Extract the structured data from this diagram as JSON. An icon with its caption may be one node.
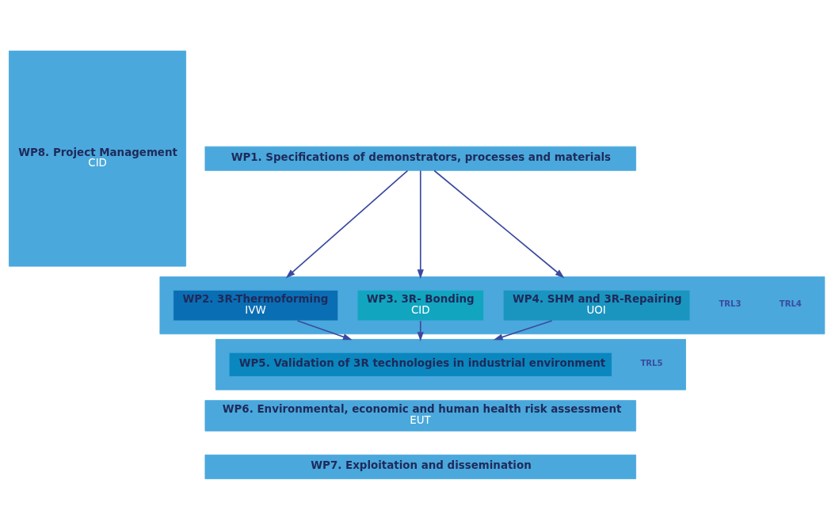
{
  "diagram": {
    "nodes": [
      {
        "text": [
          "WP8. Project Management",
          "CID"
        ]
      },
      {
        "text": [
          "WP1. Specifications of demonstrators, processes and materials"
        ]
      },
      {
        "text": [],
        "shape": "box"
      },
      {
        "text": [
          "WP2. 3R-Thermoforming",
          "IVW"
        ],
        "in": 2
      },
      {
        "text": [
          "WP3. 3R- Bonding",
          "CID"
        ],
        "in": 2
      },
      {
        "text": [
          "WP4. SHM and 3R-Repairing",
          "UOI"
        ],
        "in": 2
      },
      {
        "text": [],
        "shape": "box"
      },
      {
        "text": [
          "WP5. Validation of 3R technologies in industrial environment"
        ],
        "in": 6
      },
      {
        "text": [
          "WP6. Environmental, economic and human health risk assessment",
          "EUT"
        ]
      },
      {
        "text": [
          "WP7. Exploitation and dissemination"
        ]
      }
    ],
    "edges": [
      {
        "from": 1,
        "to": 2,
        "arrow": "to"
      },
      {
        "from": 1,
        "to": 2,
        "arrow": "to"
      },
      {
        "from": 1,
        "to": 2,
        "arrow": "to"
      },
      {
        "from": 3,
        "to": 6,
        "arrow": "to"
      },
      {
        "from": 4,
        "to": 6,
        "arrow": "to"
      },
      {
        "from": 5,
        "to": 6,
        "arrow": "to"
      }
    ],
    "labels": [
      "TRL3",
      "TRL4",
      "TRL5"
    ]
  }
}
